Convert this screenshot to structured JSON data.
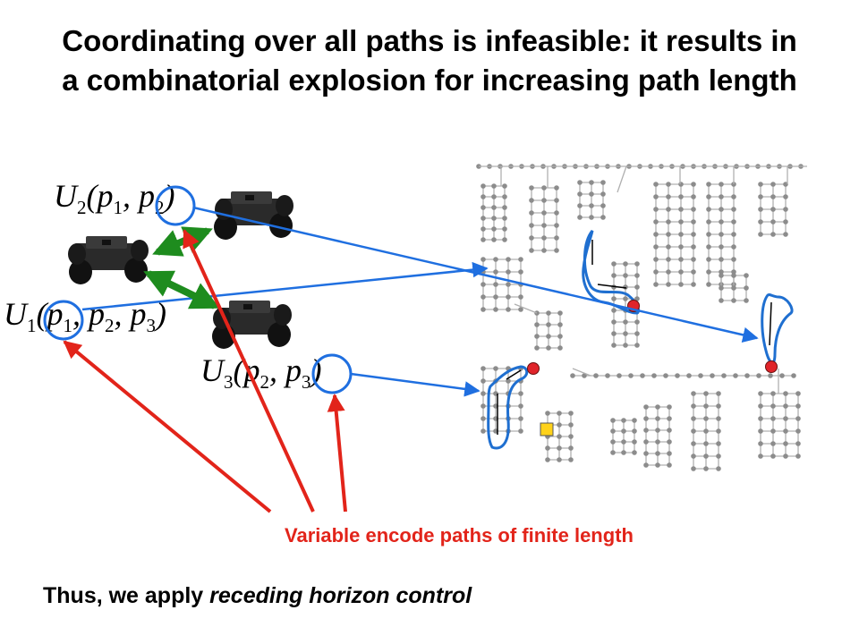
{
  "title": {
    "line1": "Coordinating over all paths is infeasible: it results in",
    "line2": "a combinatorial explosion for increasing path length"
  },
  "formulas": {
    "u1": {
      "name": "U",
      "index": "1",
      "args": [
        {
          "v": "p",
          "i": "1"
        },
        {
          "v": "p",
          "i": "2"
        },
        {
          "v": "p",
          "i": "3"
        }
      ]
    },
    "u2": {
      "name": "U",
      "index": "2",
      "args": [
        {
          "v": "p",
          "i": "1"
        },
        {
          "v": "p",
          "i": "2"
        }
      ]
    },
    "u3": {
      "name": "U",
      "index": "3",
      "args": [
        {
          "v": "p",
          "i": "2"
        },
        {
          "v": "p",
          "i": "3"
        }
      ]
    }
  },
  "caption": "Variable encode paths of finite length",
  "footer": {
    "prefix": "Thus, we apply ",
    "emphasis": "receding horizon control"
  },
  "colors": {
    "red_arrow": "#e2241a",
    "blue_arrow": "#1f6fe0",
    "green_arrow": "#1e8c1e",
    "path_outline": "#1f6fd0",
    "grid": "#b0b0b0",
    "node": "#8c8c8c",
    "goal_node": "#e0242a",
    "target_square": "#ffd21a"
  },
  "icons": [
    "robot-icon",
    "robot-icon",
    "robot-icon"
  ]
}
